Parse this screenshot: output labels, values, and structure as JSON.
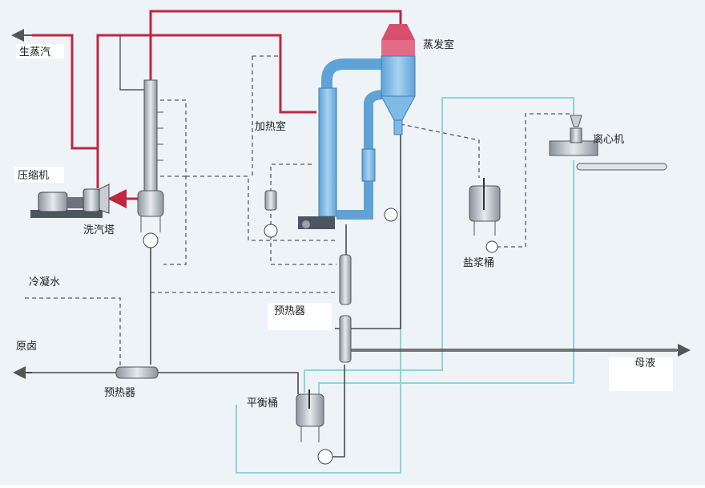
{
  "labels": {
    "raw_steam": "生蒸汽",
    "compressor": "压缩机",
    "washing_tower": "洗汽塔",
    "condensate": "冷凝水",
    "raw_brine": "原卤",
    "preheater_left": "预热器",
    "balance_tank": "平衡桶",
    "heating_chamber": "加热室",
    "evaporation_chamber": "蒸发室",
    "preheater_center": "预热器",
    "salt_slurry_tank": "盐浆桶",
    "centrifuge": "离心机",
    "mother_liquor": "母液"
  },
  "colors": {
    "steam_line": "#c0263f",
    "vessel_blue": "#7fb9e6",
    "vessel_pink": "#e36b86",
    "brine_line": "#8fd3d8",
    "dashed_line": "#5a5a5a",
    "equipment_gray": "#9aa3ad"
  }
}
